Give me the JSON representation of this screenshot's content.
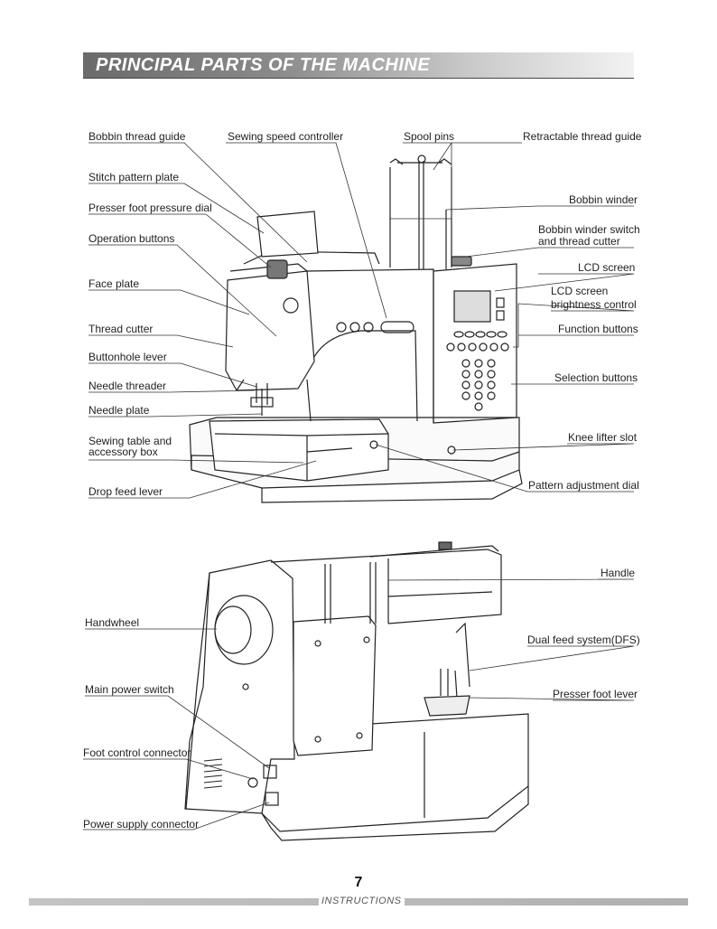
{
  "header": {
    "title": "PRINCIPAL PARTS OF THE MACHINE"
  },
  "front_labels": {
    "bobbin_thread_guide": "Bobbin thread guide",
    "sewing_speed_controller": "Sewing speed controller",
    "spool_pins": "Spool pins",
    "retractable_thread_guide": "Retractable thread guide",
    "stitch_pattern_plate": "Stitch pattern plate",
    "bobbin_winder": "Bobbin winder",
    "presser_foot_pressure_dial": "Presser foot pressure dial",
    "bobbin_winder_switch_1": "Bobbin winder switch",
    "bobbin_winder_switch_2": "and thread cutter",
    "operation_buttons": "Operation buttons",
    "lcd_screen": "LCD screen",
    "face_plate": "Face plate",
    "lcd_brightness_1": "LCD screen",
    "lcd_brightness_2": "brightness control",
    "thread_cutter": "Thread cutter",
    "function_buttons": "Function buttons",
    "buttonhole_lever": "Buttonhole lever",
    "selection_buttons": "Selection buttons",
    "needle_threader": "Needle threader",
    "needle_plate": "Needle plate",
    "knee_lifter_slot": "Knee lifter slot",
    "sewing_table_1": "Sewing table and",
    "sewing_table_2": "accessory box",
    "pattern_adjustment_dial": "Pattern adjustment dial",
    "drop_feed_lever": "Drop feed lever"
  },
  "back_labels": {
    "handle": "Handle",
    "handwheel": "Handwheel",
    "dual_feed_system": "Dual feed system(DFS)",
    "main_power_switch": "Main power switch",
    "presser_foot_lever": "Presser foot lever",
    "foot_control_connector": "Foot control connector",
    "power_supply_connector": "Power supply connector"
  },
  "footer": {
    "page_number": "7",
    "section": "INSTRUCTIONS"
  }
}
